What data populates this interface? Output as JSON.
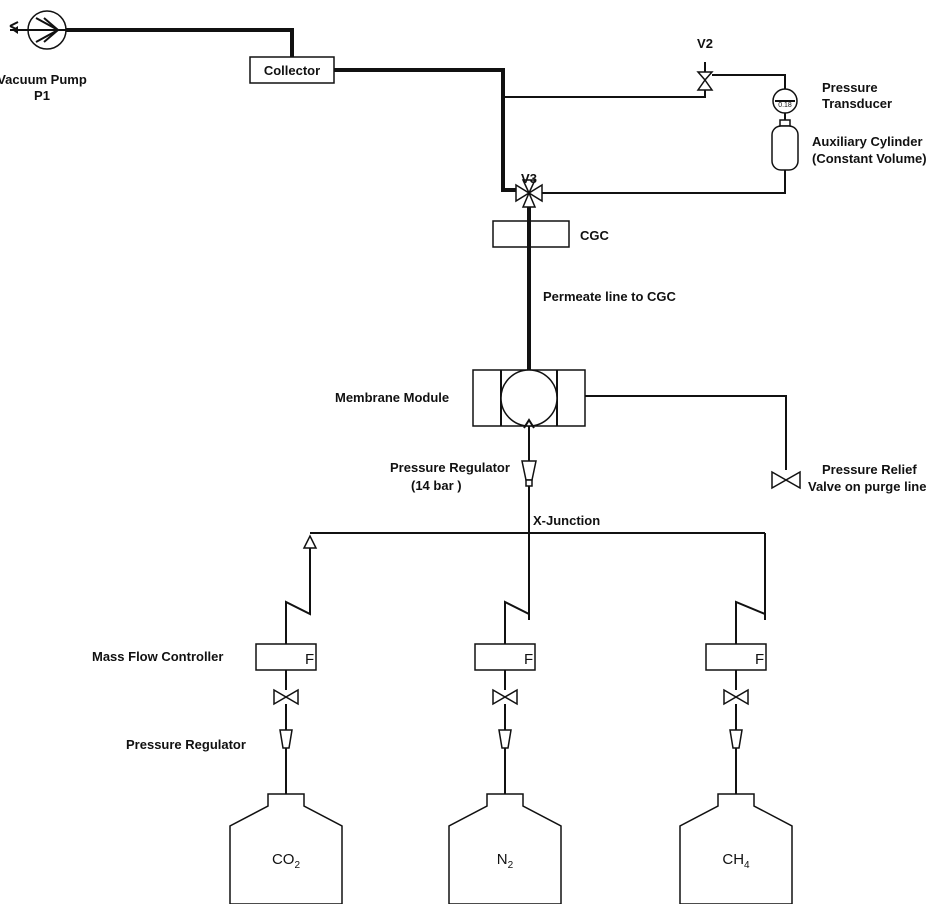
{
  "labels": {
    "vacuum_pump_line1": "Vacuum Pump",
    "vacuum_pump_line2": "P1",
    "collector": "Collector",
    "v2": "V2",
    "v3": "V3",
    "pressure_transducer_line1": "Pressure",
    "pressure_transducer_line2": "Transducer",
    "transducer_readout": "0.18",
    "aux_cylinder_line1": "Auxiliary Cylinder",
    "aux_cylinder_line2": "(Constant Volume)",
    "cgc": "CGC",
    "permeate_line": "Permeate line to CGC",
    "membrane_module": "Membrane Module",
    "pressure_regulator_main_line1": "Pressure Regulator",
    "pressure_regulator_main_line2": "(14 bar )",
    "pressure_relief_line1": "Pressure Relief",
    "pressure_relief_line2": "Valve on purge line",
    "x_junction": "X-Junction",
    "mass_flow_controller": "Mass Flow Controller",
    "pressure_regulator": "Pressure Regulator",
    "mfc_mark": "F"
  },
  "gases": [
    {
      "base": "CO",
      "sub": "2"
    },
    {
      "base": "N",
      "sub": "2"
    },
    {
      "base": "CH",
      "sub": "4"
    }
  ]
}
